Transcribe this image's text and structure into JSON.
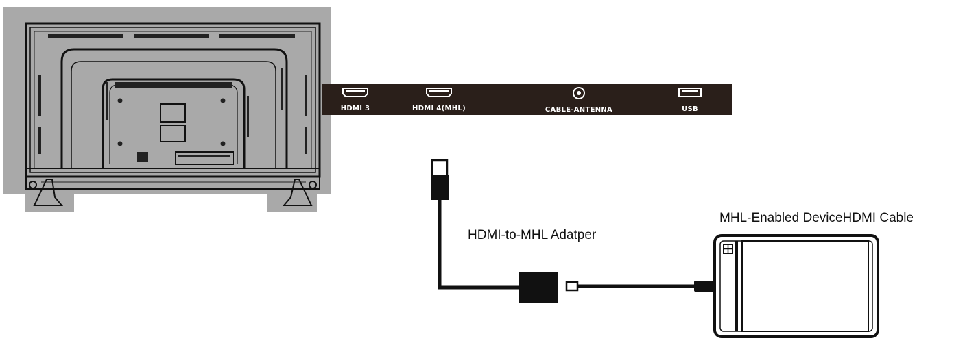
{
  "ports": [
    {
      "id": "hdmi3",
      "label": "HDMI 3",
      "icon": "hdmi-port-icon"
    },
    {
      "id": "hdmi4",
      "label": "HDMI 4(MHL)",
      "icon": "hdmi-port-icon"
    },
    {
      "id": "antenna",
      "label": "CABLE-ANTENNA",
      "icon": "coax-port-icon"
    },
    {
      "id": "usb",
      "label": "USB",
      "icon": "usb-port-icon"
    }
  ],
  "labels": {
    "adapter": "HDMI-to-MHL Adatper",
    "device": "MHL-Enabled DeviceHDMI Cable"
  },
  "colors": {
    "panel_bg": "#2a1f1a",
    "tv_bg": "#a9a9a9",
    "line": "#111111"
  }
}
